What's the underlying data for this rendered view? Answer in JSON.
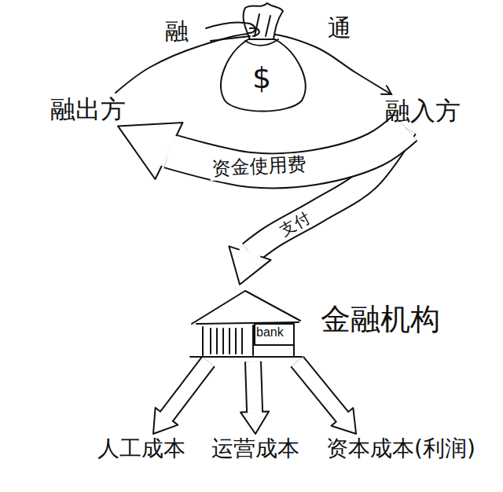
{
  "diagram": {
    "nodes": [
      {
        "text": [
          "融出方"
        ]
      },
      {
        "text": [
          "融入方"
        ]
      },
      {
        "text": [
          "bank",
          "金融机构"
        ]
      },
      {
        "text": [
          "人工成本"
        ]
      },
      {
        "text": [
          "运营成本"
        ]
      },
      {
        "text": [
          "资本成本(利润)"
        ]
      }
    ],
    "edges": [
      {
        "from": 0,
        "to": 1,
        "arrow": "to"
      },
      {
        "from": 1,
        "to": 0,
        "label": "资金使用费",
        "arrow": "to"
      },
      {
        "from": 1,
        "to": 2,
        "label": "支付",
        "arrow": "to"
      },
      {
        "from": 2,
        "to": 3,
        "arrow": "to"
      },
      {
        "from": 2,
        "to": 4,
        "arrow": "to"
      },
      {
        "from": 2,
        "to": 5,
        "arrow": "to"
      }
    ],
    "labels": [
      "融",
      "通",
      "$"
    ]
  }
}
